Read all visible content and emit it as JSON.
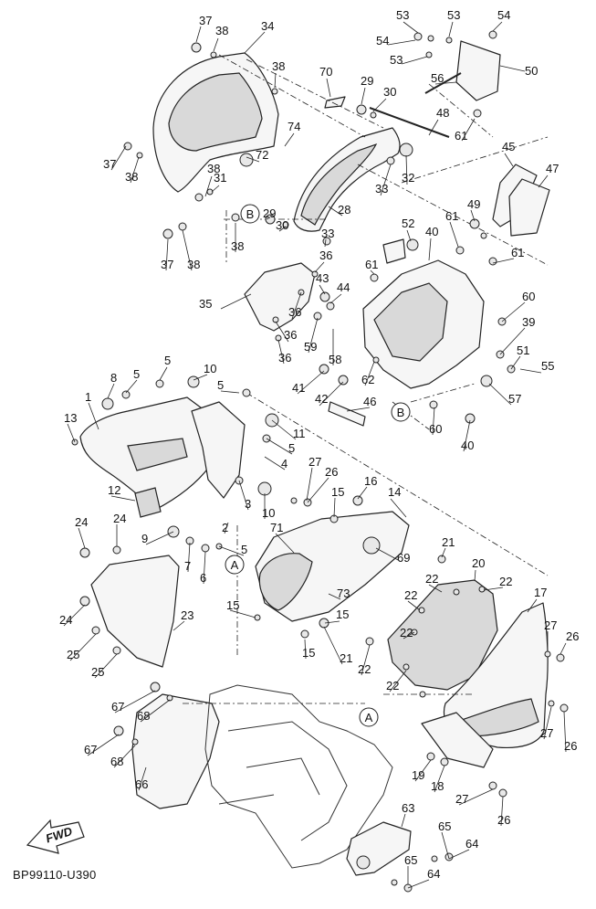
{
  "reference_code": "BP99110-U390",
  "direction_label": "FWD",
  "section_markers": [
    "A",
    "B"
  ],
  "callouts": [
    "1",
    "2",
    "3",
    "4",
    "5",
    "6",
    "7",
    "8",
    "9",
    "10",
    "11",
    "12",
    "13",
    "14",
    "15",
    "16",
    "17",
    "18",
    "19",
    "20",
    "21",
    "22",
    "23",
    "24",
    "25",
    "26",
    "27",
    "28",
    "29",
    "30",
    "31",
    "32",
    "33",
    "34",
    "35",
    "36",
    "37",
    "38",
    "39",
    "40",
    "41",
    "42",
    "43",
    "44",
    "45",
    "46",
    "47",
    "48",
    "49",
    "50",
    "51",
    "52",
    "53",
    "54",
    "55",
    "56",
    "57",
    "58",
    "59",
    "60",
    "61",
    "62",
    "63",
    "64",
    "65",
    "66",
    "67",
    "68",
    "69",
    "70",
    "71",
    "72",
    "73",
    "74"
  ]
}
